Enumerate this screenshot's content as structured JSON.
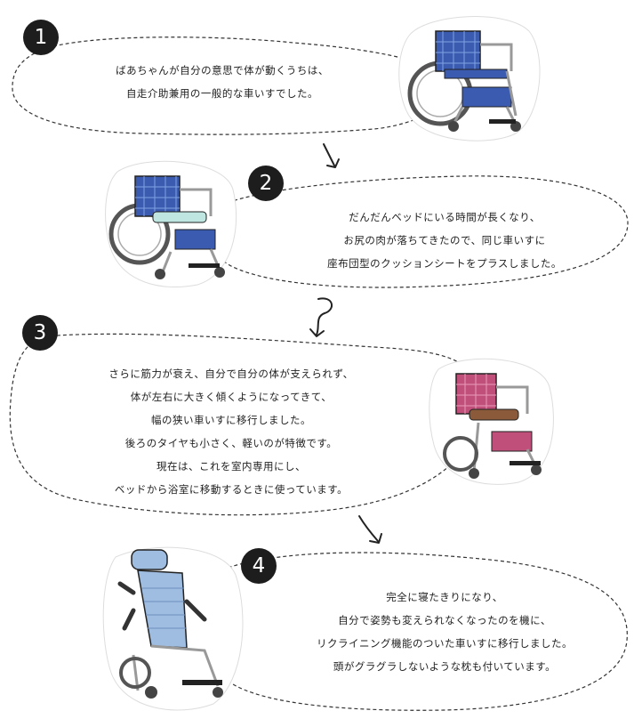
{
  "steps": [
    {
      "number": "1",
      "lines": [
        "ばあちゃんが自分の意思で体が動くうちは、",
        "自走介助兼用の一般的な車いすでした。"
      ],
      "icon": "standard-wheelchair-blue-icon"
    },
    {
      "number": "2",
      "lines": [
        "だんだんベッドにいる時間が長くなり、",
        "お尻の肉が落ちてきたので、同じ車いすに",
        "座布団型のクッションシートをプラスしました。"
      ],
      "icon": "wheelchair-with-cushion-icon"
    },
    {
      "number": "3",
      "lines": [
        "さらに筋力が衰え、自分で自分の体が支えられず、",
        "体が左右に大きく傾くようになってきて、",
        "幅の狭い車いすに移行しました。",
        "後ろのタイヤも小さく、軽いのが特徴です。",
        "現在は、これを室内専用にし、",
        "ベッドから浴室に移動するときに使っています。"
      ],
      "icon": "narrow-wheelchair-pink-icon"
    },
    {
      "number": "4",
      "lines": [
        "完全に寝たきりになり、",
        "自分で姿勢も変えられなくなったのを機に、",
        "リクライニング機能のついた車いすに移行しました。",
        "頭がグラグラしないような枕も付いています。"
      ],
      "icon": "reclining-wheelchair-icon"
    }
  ],
  "colors": {
    "blue_plaid": "#3b5bb0",
    "pink_plaid": "#c0507a",
    "recliner_blue": "#9fbde0",
    "frame": "#9a9a9a",
    "badge": "#1d1d1d"
  }
}
